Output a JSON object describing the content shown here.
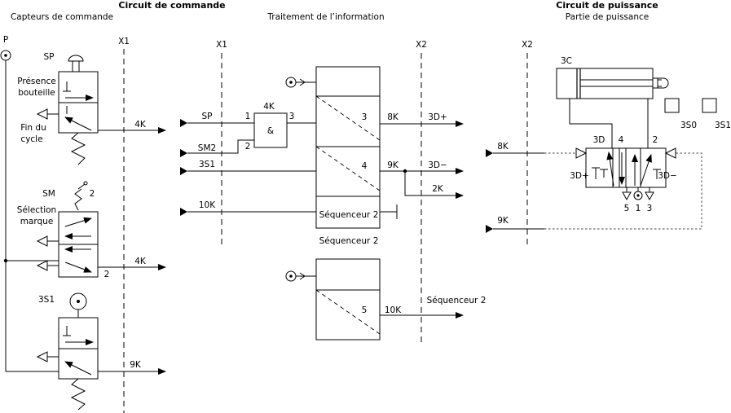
{
  "headings": {
    "command_circuit": "Circuit de commande",
    "command_sensors": "Capteurs de commande",
    "information_processing": "Traitement de l’information",
    "power_circuit": "Circuit de puissance",
    "power_part": "Partie de puissance"
  },
  "boundaries": {
    "x1": "X1",
    "x2": "X2"
  },
  "sensors": {
    "supply": "P",
    "sp": {
      "tag": "SP",
      "desc_line1": "Présence",
      "desc_line2": "bouteille",
      "end_line1": "Fin du",
      "end_line2": "cycle",
      "output": "4K"
    },
    "sm": {
      "tag": "SM",
      "desc_line1": "Sélection",
      "desc_line2": "marque",
      "pilot_port": "2",
      "port": "2",
      "output": "4K"
    },
    "s3s1": {
      "tag": "3S1",
      "output": "9K"
    }
  },
  "processing": {
    "and_gate": {
      "name": "4K",
      "symbol": "&",
      "in1": "1",
      "in2": "2",
      "out": "3"
    },
    "inputs": {
      "sp": "SP",
      "sm2": "SM2",
      "s3s1": "3S1",
      "k10": "10K"
    },
    "sequencer_main": {
      "steps": [
        {
          "n": "3",
          "k": "8K",
          "out": "3D+"
        },
        {
          "n": "4",
          "k": "9K",
          "out": "3D−",
          "branch": "2K"
        }
      ],
      "label": "Séquenceur 2"
    },
    "sequencer2_title": "Séquenceur 2",
    "sequencer2": {
      "step": "5",
      "k": "10K",
      "out": "Séquenceur 2"
    }
  },
  "power": {
    "cylinder": "3C",
    "limit_switches": [
      "3S0",
      "3S1"
    ],
    "valve": {
      "port_a": "3D",
      "port_4": "4",
      "port_2": "2",
      "pilot_plus": "3D+",
      "pilot_minus": "3D−",
      "exhausts": [
        "5",
        "1",
        "3"
      ]
    },
    "inputs": {
      "k8": "8K",
      "k9": "9K"
    }
  }
}
